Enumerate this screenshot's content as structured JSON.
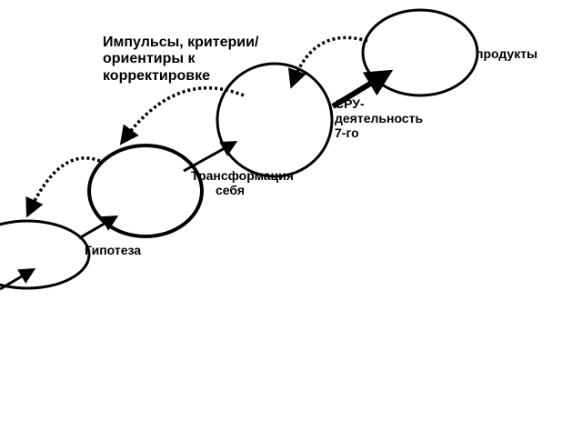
{
  "diagram": {
    "labels": {
      "impulses": "Импульсы, критерии/ориентиры к корректировке",
      "hypothesis": "Гипотеза",
      "transformation": "Трансформация себя",
      "spu_activity": "СРУ-деятельность 7-го",
      "products": "продукты"
    },
    "colors": {
      "stroke": "#000000",
      "background": "#ffffff"
    }
  }
}
